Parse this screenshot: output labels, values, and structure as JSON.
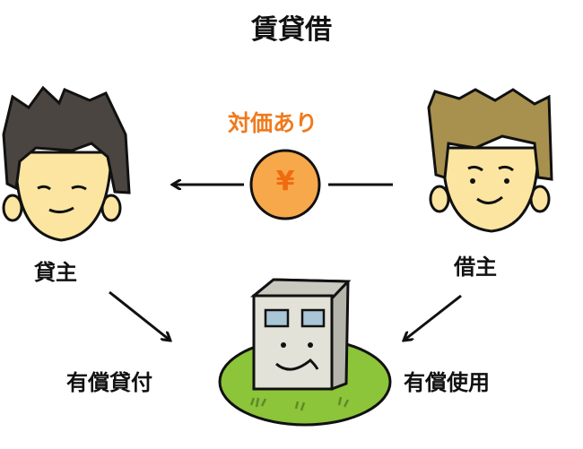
{
  "title": "賃貸借",
  "consideration_label": "対価あり",
  "coin_symbol": "¥",
  "lender_label": "貸主",
  "borrower_label": "借主",
  "paid_lending_label": "有償貸付",
  "paid_use_label": "有償使用",
  "colors": {
    "accent": "#f07a1c",
    "coin": "#f7a84a",
    "grass": "#8cc43a",
    "skin": "#fbe5a0",
    "lender_hair": "#4a4541",
    "borrower_hair": "#a8914e"
  }
}
